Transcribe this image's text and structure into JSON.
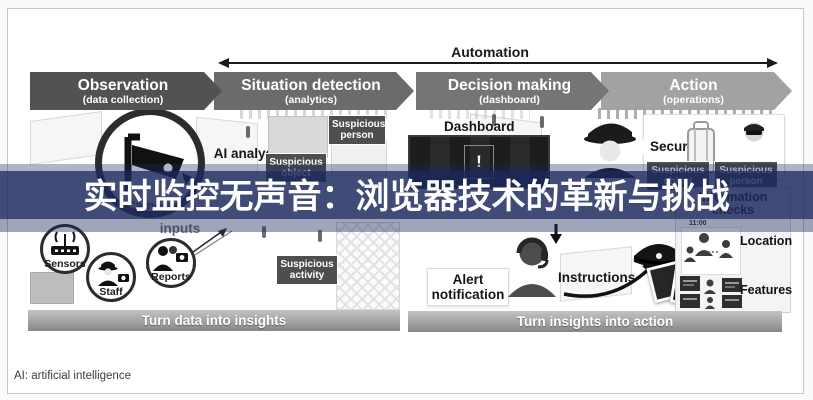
{
  "overlay": {
    "title": "实时监控无声音：浏览器技术的革新与挑战",
    "band_color": "#1e2a5e"
  },
  "automation": {
    "label": "Automation"
  },
  "stages": [
    {
      "label": "Observation",
      "sublabel": "(data collection)",
      "color": "#525252"
    },
    {
      "label": "Situation detection",
      "sublabel": "(analytics)",
      "color": "#6b6b6b"
    },
    {
      "label": "Decision making",
      "sublabel": "(dashboard)",
      "color": "#757575"
    },
    {
      "label": "Action",
      "sublabel": "(operations)",
      "color": "#a2a2a2"
    }
  ],
  "left_panel": {
    "camera_label": "Camera",
    "ai_analysis": "AI analysis",
    "inputs_label": "inputs",
    "sensors_label": "Sensors",
    "staff_label": "Staff",
    "reports_label": "Reports",
    "suspicious_object": "Suspicious object",
    "suspicious_person": "Suspicious person",
    "suspicious_activity": "Suspicious activity",
    "bottom_bar": "Turn data into insights"
  },
  "right_panel": {
    "dashboard_label": "Dashboard",
    "alert_mark": "!",
    "alert_notification": "Alert notification",
    "instructions_label": "Instructions",
    "secure_label": "Secure",
    "suspicious_object": "Suspicious object",
    "suspicious_person": "Suspicious person",
    "information_checks": "Information checks",
    "time_label": "11:00",
    "location_label": "Location",
    "features_label": "Features",
    "bottom_bar": "Turn insights into action"
  },
  "footer": {
    "note": "AI: artificial intelligence"
  }
}
